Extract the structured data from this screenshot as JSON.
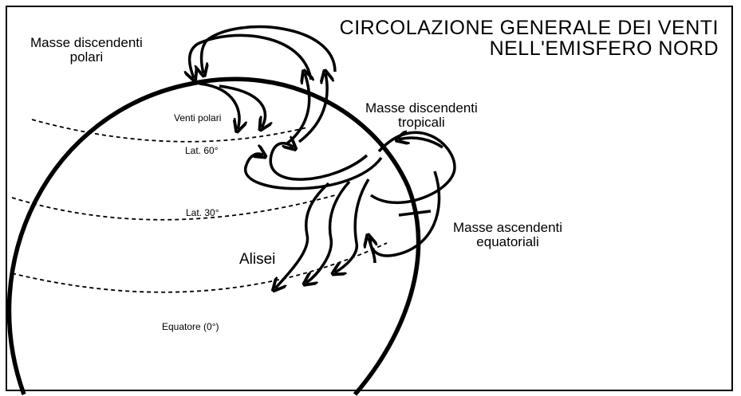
{
  "title": {
    "line1": "CIRCOLAZIONE GENERALE DEI VENTI",
    "line2": "NELL'EMISFERO NORD"
  },
  "labels": {
    "polar_descending_line1": "Masse discendenti",
    "polar_descending_line2": "polari",
    "polar_winds": "Venti polari",
    "lat60": "Lat. 60°",
    "tropical_descending_line1": "Masse discendenti",
    "tropical_descending_line2": "tropicali",
    "lat30": "Lat. 30°",
    "equatorial_ascending_line1": "Masse ascendenti",
    "equatorial_ascending_line2": "equatoriali",
    "trade_winds": "Alisei",
    "equator": "Equatore (0°)"
  },
  "colors": {
    "ink": "#000000",
    "background": "#ffffff"
  }
}
